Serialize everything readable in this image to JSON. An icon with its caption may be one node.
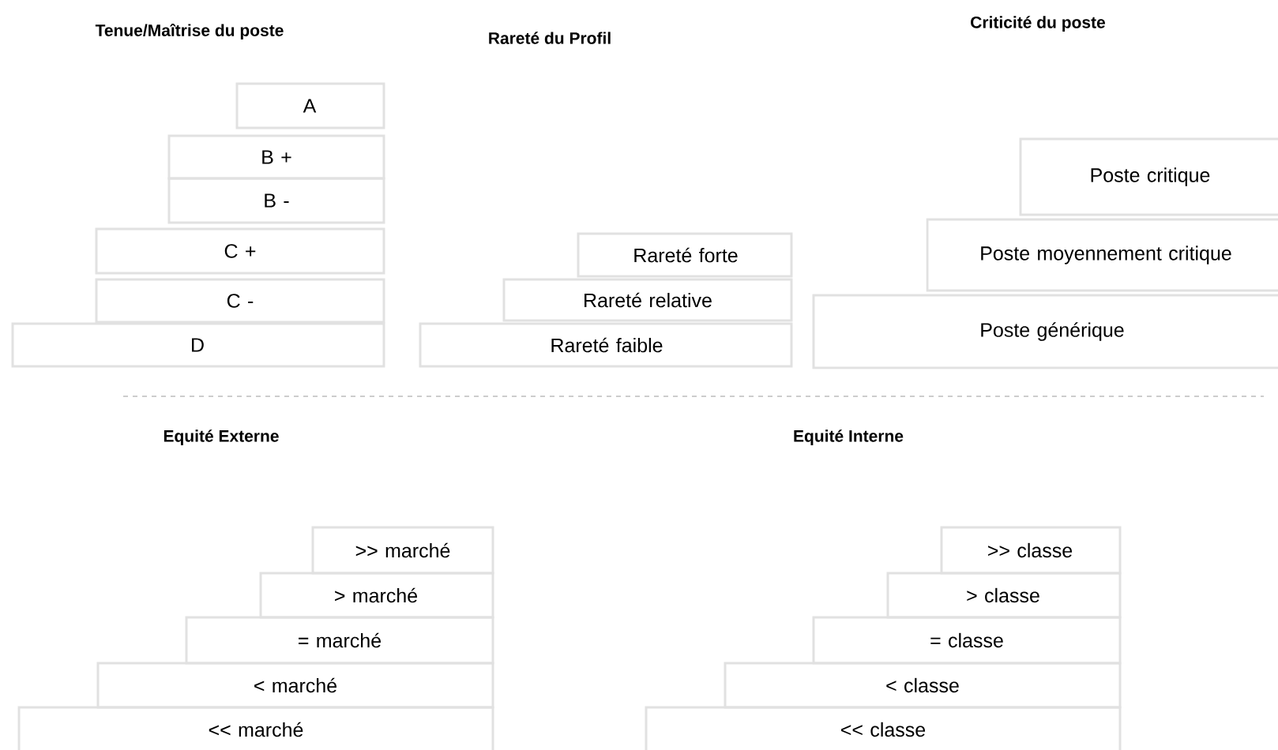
{
  "diagram": {
    "nodes": [
      {
        "text": [
          "A"
        ]
      },
      {
        "text": [
          "B +"
        ]
      },
      {
        "text": [
          "B -"
        ]
      },
      {
        "text": [
          "C +"
        ]
      },
      {
        "text": [
          "C -"
        ]
      },
      {
        "text": [
          "D"
        ]
      },
      {
        "text": [
          "Rareté forte"
        ]
      },
      {
        "text": [
          "Rareté relative"
        ]
      },
      {
        "text": [
          "Rareté faible"
        ]
      },
      {
        "text": [
          "Poste critique"
        ]
      },
      {
        "text": [
          "Poste moyennement critique"
        ]
      },
      {
        "text": [
          "Poste générique"
        ]
      },
      {
        "text": [
          ">> marché"
        ]
      },
      {
        "text": [
          "> marché"
        ]
      },
      {
        "text": [
          "= marché"
        ]
      },
      {
        "text": [
          "< marché"
        ]
      },
      {
        "text": [
          "<< marché"
        ]
      },
      {
        "text": [
          ">> classe"
        ]
      },
      {
        "text": [
          "> classe"
        ]
      },
      {
        "text": [
          "= classe"
        ]
      },
      {
        "text": [
          "< classe"
        ]
      },
      {
        "text": [
          "<< classe"
        ]
      }
    ],
    "labels": [
      "Tenue/Maîtrise du poste",
      "Rareté du Profil",
      "Criticité du poste",
      "Equité Externe",
      "Equité Interne"
    ]
  }
}
